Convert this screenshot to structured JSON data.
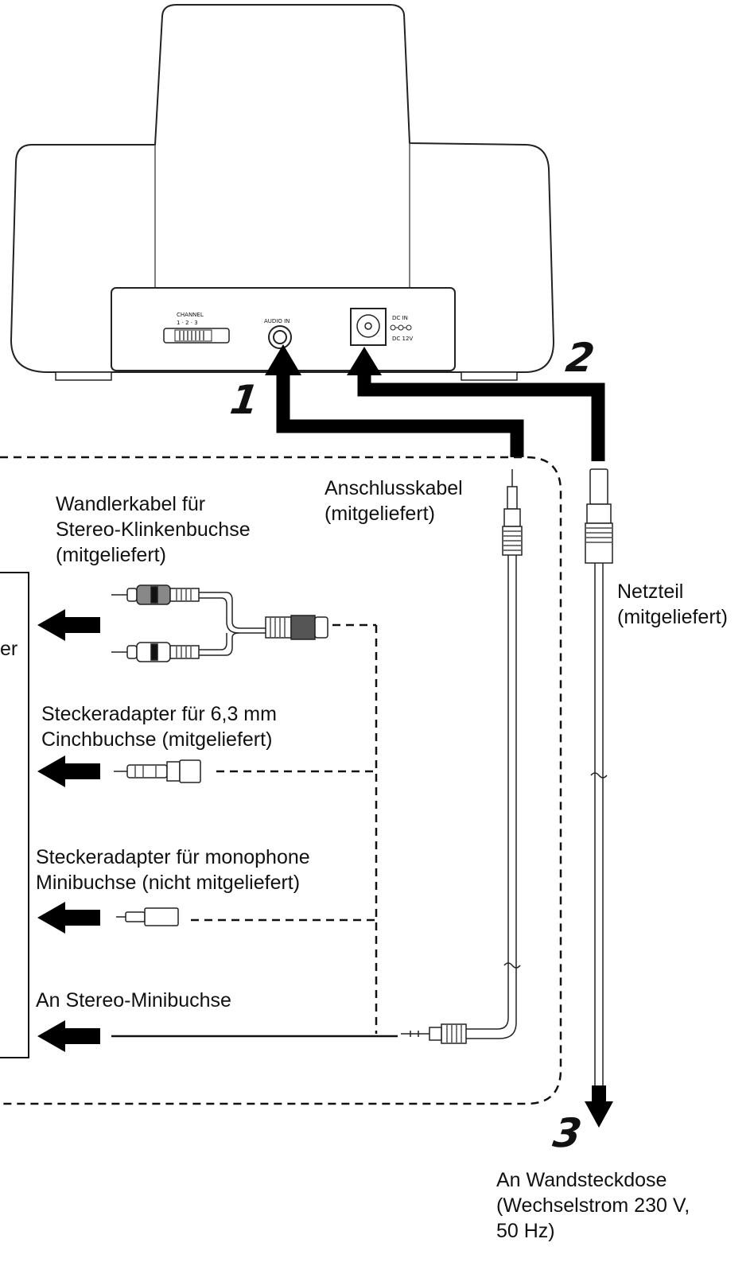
{
  "device": {
    "channel_label": "CHANNEL",
    "channel_numbers": "1 · 2 · 3",
    "audio_in_label": "AUDIO IN",
    "dc_in_label": "DC IN",
    "dc_rating": "DC 12V"
  },
  "steps": [
    "1",
    "2",
    "3"
  ],
  "labels": {
    "connection_cable": [
      "Anschlusskabel",
      "(mitgeliefert)"
    ],
    "converter_cable": [
      "Wandlerkabel für",
      "Stereo-Klinkenbuchse",
      "(mitgeliefert)"
    ],
    "power_adapter": [
      "Netzteil",
      "(mitgeliefert)"
    ],
    "plug_adapter_63": [
      "Steckeradapter für 6,3 mm",
      "Cinchbuchse (mitgeliefert)"
    ],
    "plug_adapter_mono": [
      "Steckeradapter für monophone",
      "Minibuchse (nicht mitgeliefert)"
    ],
    "stereo_mini": "An Stereo-Minibuchse",
    "wall_outlet": [
      "An Wandsteckdose",
      "(Wechselstrom 230 V,",
      "50 Hz)"
    ],
    "cut_box_fragment": "er"
  }
}
